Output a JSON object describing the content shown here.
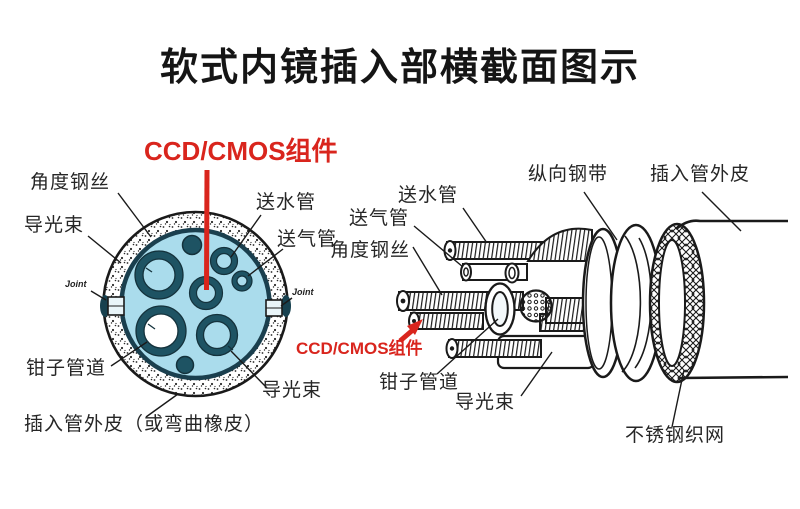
{
  "title": "软式内镜插入部横截面图示",
  "colors": {
    "background": "#ffffff",
    "line_art": "#1a1a1a",
    "label_text": "#262626",
    "red_accent": "#d9251d",
    "cross_section_fill": "#aadcec",
    "ring_teal": "#1e5363"
  },
  "left_diagram": {
    "ccd_cmos": "CCD/CMOS组件",
    "angle_wire": "角度钢丝",
    "light_guide": "导光束",
    "water_tube": "送水管",
    "air_tube": "送气管",
    "forceps_channel": "钳子管道",
    "outer_skin": "插入管外皮（或弯曲橡皮）",
    "light_guide_bottom": "导光束",
    "joint_left": "Joint",
    "joint_right": "Joint"
  },
  "right_diagram": {
    "water_tube": "送水管",
    "air_tube": "送气管",
    "angle_wire": "角度钢丝",
    "longitudinal_band": "纵向钢带",
    "outer_skin": "插入管外皮",
    "ccd_cmos": "CCD/CMOS组件",
    "forceps_channel": "钳子管道",
    "light_guide": "导光束",
    "steel_mesh": "不锈钢织网"
  }
}
